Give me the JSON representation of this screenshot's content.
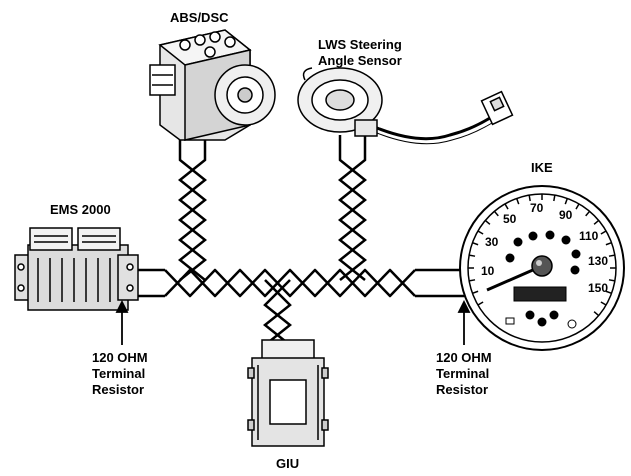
{
  "labels": {
    "abs": "ABS/DSC",
    "lws_line1": "LWS Steering",
    "lws_line2": "Angle Sensor",
    "ike": "IKE",
    "ems": "EMS 2000",
    "giu": "GIU",
    "resistor_left": [
      "120 OHM",
      "Terminal",
      "Resistor"
    ],
    "resistor_right": [
      "120 OHM",
      "Terminal",
      "Resistor"
    ]
  },
  "gauge": {
    "numbers": [
      "10",
      "30",
      "50",
      "70",
      "90",
      "110",
      "130",
      "150"
    ]
  }
}
